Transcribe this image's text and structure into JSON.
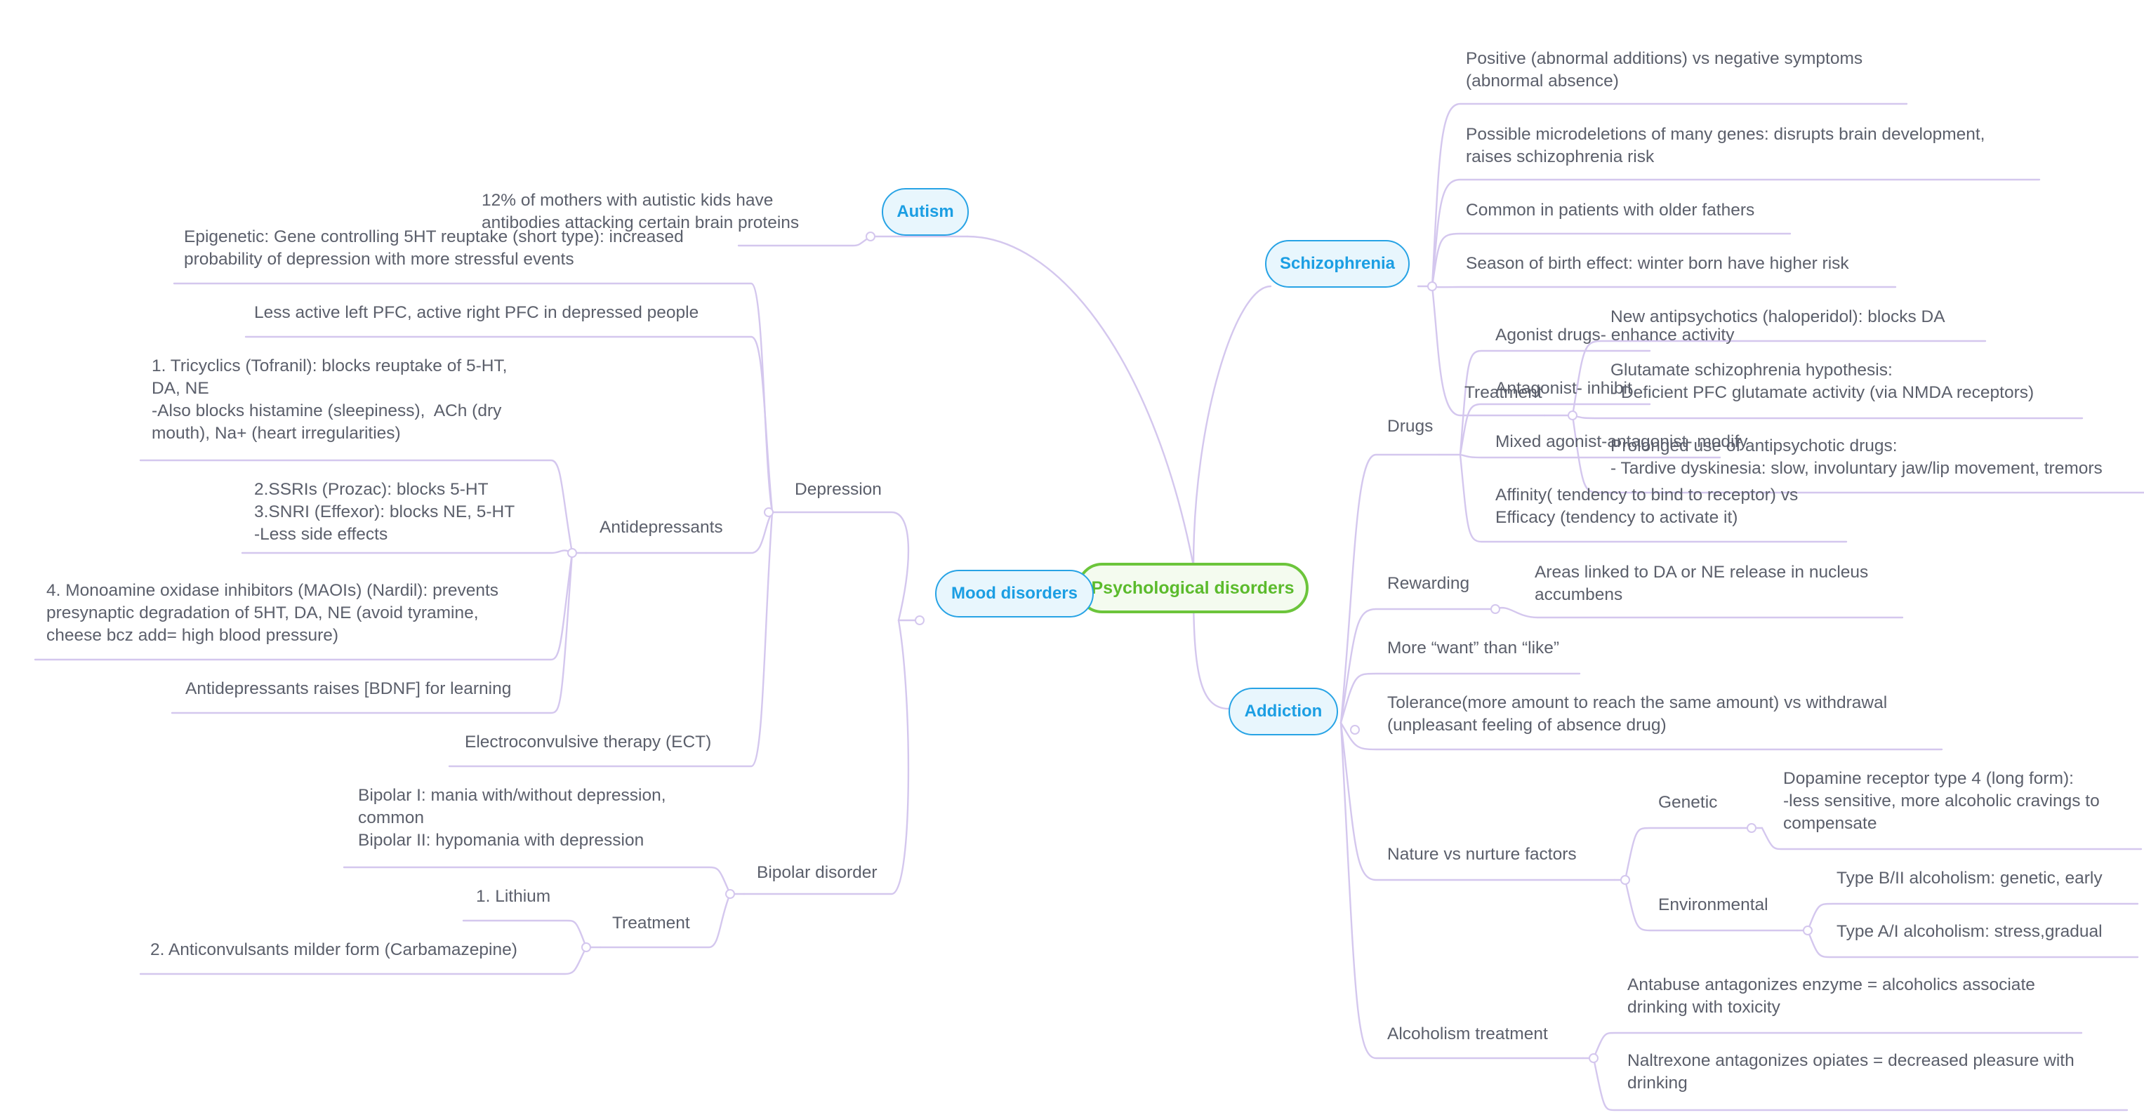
{
  "central": "Psychological disorders",
  "topics": {
    "autism": "Autism",
    "schizophrenia": "Schizophrenia",
    "mood": "Mood disorders",
    "addiction": "Addiction"
  },
  "autism": {
    "mothers": "12% of mothers with autistic kids have\nantibodies attacking certain brain proteins"
  },
  "mood": {
    "depression": {
      "label": "Depression",
      "epigenetic": "Epigenetic: Gene controlling 5HT reuptake (short type): increased\nprobability of depression with more stressful events",
      "pfc": "Less active left PFC, active right PFC in depressed people",
      "antidepressants": {
        "label": "Antidepressants",
        "tricyclics": "1. Tricyclics (Tofranil): blocks reuptake of 5-HT,\nDA, NE\n-Also blocks histamine (sleepiness),  ACh (dry\nmouth), Na+ (heart irregularities)",
        "ssri": "2.SSRIs (Prozac): blocks 5-HT\n3.SNRI (Effexor): blocks NE, 5-HT\n-Less side effects",
        "maoi": "4. Monoamine oxidase inhibitors (MAOIs) (Nardil): prevents\npresynaptic degradation of 5HT, DA, NE (avoid tyramine,\ncheese bcz add= high blood pressure)",
        "bdnf": "Antidepressants raises [BDNF] for learning"
      },
      "ect": "Electroconvulsive therapy (ECT)"
    },
    "bipolar": {
      "label": "Bipolar disorder",
      "types": "Bipolar I: mania with/without depression,\ncommon\nBipolar II: hypomania with depression",
      "treatment": {
        "label": "Treatment",
        "lithium": "1. Lithium",
        "anticonvulsants": "2. Anticonvulsants milder form (Carbamazepine)"
      }
    }
  },
  "schizophrenia": {
    "positive": "Positive (abnormal additions) vs negative symptoms\n(abnormal absence)",
    "microdeletions": "Possible microdeletions of many genes: disrupts brain development,\nraises schizophrenia risk",
    "fathers": "Common in patients with older fathers",
    "season": "Season of birth effect: winter born have higher risk",
    "treatment": {
      "label": "Treatment",
      "new_antipsychotics": "New antipsychotics (haloperidol): blocks DA",
      "glutamate": "Glutamate schizophrenia hypothesis:\n- Deficient PFC glutamate activity (via NMDA receptors)",
      "prolonged": "Prolonged use of antipsychotic drugs:\n- Tardive dyskinesia: slow, involuntary jaw/lip movement, tremors"
    }
  },
  "addiction": {
    "drugs": {
      "label": "Drugs",
      "agonist": "Agonist drugs- enhance activity",
      "antagonist": "Antagonist- inhibit",
      "mixed": "Mixed agonist-antagonist- modify",
      "affinity": "Affinity( tendency to bind to receptor) vs\nEfficacy (tendency to activate it)"
    },
    "rewarding": {
      "label": "Rewarding",
      "areas": "Areas linked to DA or NE release in nucleus\naccumbens"
    },
    "want": "More “want” than “like”",
    "tolerance": "Tolerance(more amount to reach the same amount) vs withdrawal\n(unpleasant feeling of absence drug)",
    "nature": {
      "label": "Nature vs nurture factors",
      "genetic": {
        "label": "Genetic",
        "dopamine": "Dopamine receptor type 4 (long form):\n-less sensitive, more alcoholic cravings to\ncompensate"
      },
      "environmental": {
        "label": "Environmental",
        "typeb": "Type B/II alcoholism: genetic, early",
        "typea": "Type A/I alcoholism: stress,gradual"
      }
    },
    "alcohol": {
      "label": "Alcoholism treatment",
      "antabuse": "Antabuse antagonizes enzyme = alcoholics associate\ndrinking with toxicity",
      "naltrexone": "Naltrexone antagonizes opiates = decreased pleasure with\ndrinking"
    }
  }
}
